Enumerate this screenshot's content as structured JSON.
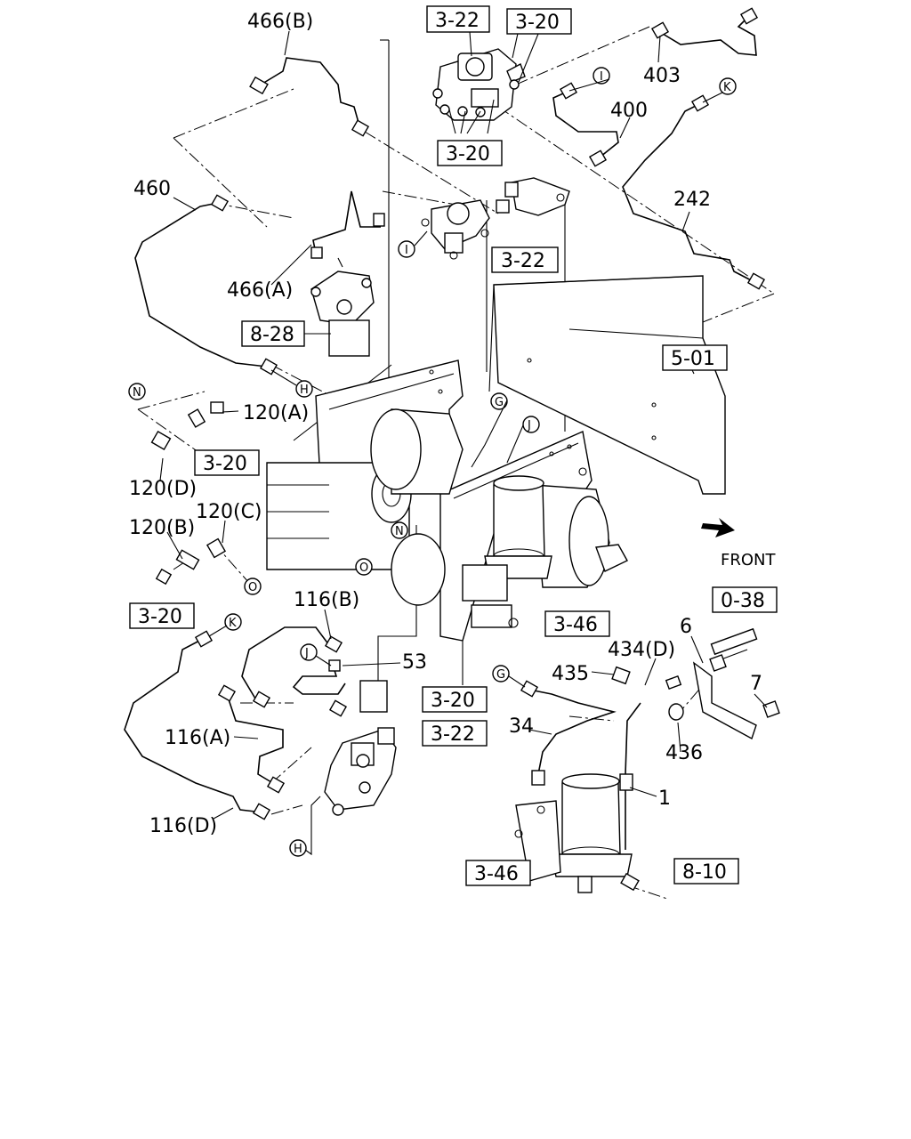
{
  "callouts": {
    "p466b": "466(B)",
    "p403": "403",
    "p400": "400",
    "p460": "460",
    "p242": "242",
    "p466a": "466(A)",
    "p120a": "120(A)",
    "p120d": "120(D)",
    "p120c": "120(C)",
    "p120b": "120(B)",
    "p116b": "116(B)",
    "p53": "53",
    "p434d": "434(D)",
    "p6": "6",
    "p435": "435",
    "p7": "7",
    "p116a": "116(A)",
    "p34": "34",
    "p436": "436",
    "p1": "1",
    "p116d": "116(D)",
    "front": "FRONT"
  },
  "ref_boxes": {
    "r322_top": "3-22",
    "r320_top": "3-20",
    "r320_mid": "3-20",
    "r322_mid": "3-22",
    "r828": "8-28",
    "r501": "5-01",
    "r320_left": "3-20",
    "r320_low": "3-20",
    "r346_mid": "3-46",
    "r038": "0-38",
    "r320_bot": "3-20",
    "r322_bot": "3-22",
    "r346_bot": "3-46",
    "r810": "8-10"
  },
  "circle_refs": {
    "c_i_top": "I",
    "c_k_top": "K",
    "c_i_mid": "I",
    "c_h_mid": "H",
    "c_n_left": "N",
    "c_g_mid": "G",
    "c_j_mid": "J",
    "c_n_mid": "N",
    "c_o_mid": "O",
    "c_o_left": "O",
    "c_k_left": "K",
    "c_j_low": "J",
    "c_g_low": "G",
    "c_h_low": "H"
  },
  "icons": {
    "front_arrow": "front-direction-arrow-icon"
  }
}
